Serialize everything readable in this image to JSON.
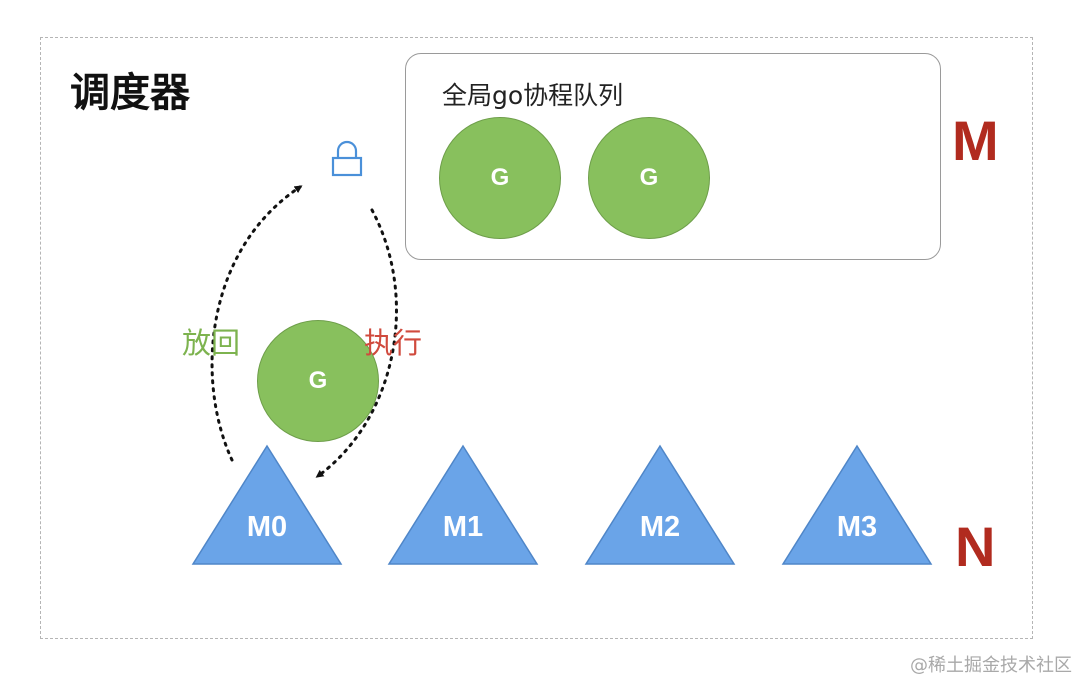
{
  "scheduler": {
    "title": "调度器",
    "queue": {
      "title": "全局go协程队列",
      "goroutines": [
        "G",
        "G"
      ]
    },
    "running_goroutine": "G",
    "arrows": {
      "return_label": "放回",
      "execute_label": "执行"
    },
    "m_label": "M",
    "n_label": "N",
    "machines": [
      "M0",
      "M1",
      "M2",
      "M3"
    ],
    "lock_icon": "lock-icon"
  },
  "watermark": "@稀土掘金技术社区",
  "colors": {
    "goroutine_fill": "#88c05d",
    "machine_fill": "#6aa4e8",
    "accent_red": "#b12b1f",
    "return_green": "#7db34f",
    "execute_red": "#d04a3d",
    "lock_blue": "#4a90d9"
  }
}
